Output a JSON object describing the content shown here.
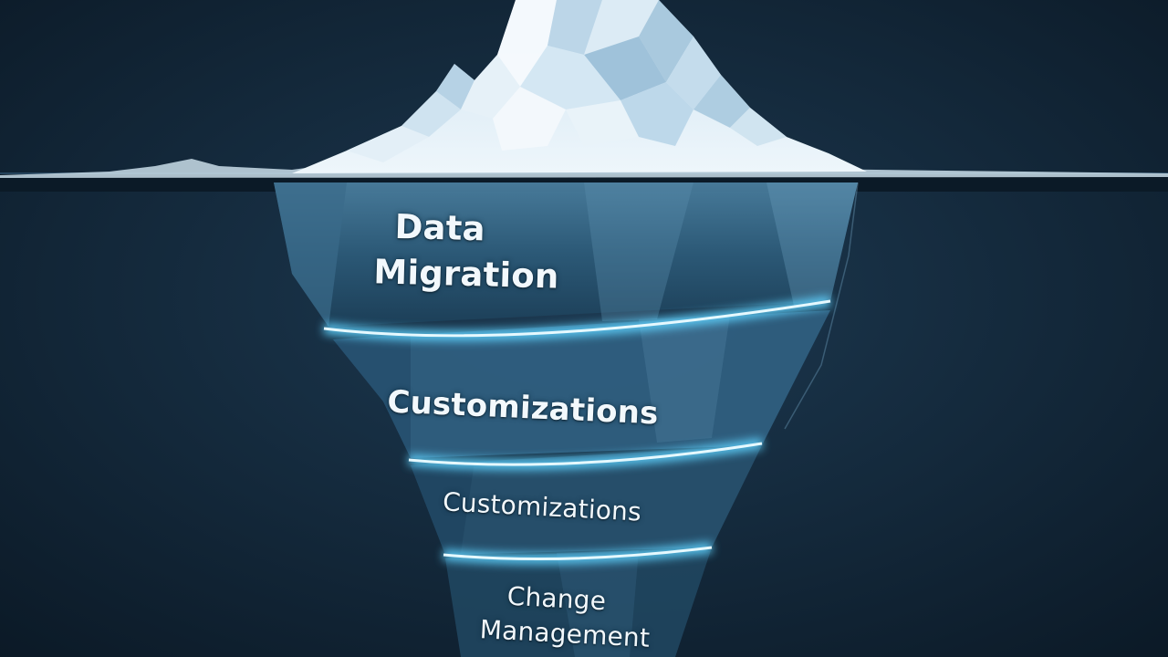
{
  "iceberg": {
    "layers": [
      {
        "lines": [
          "Data",
          "Migration"
        ]
      },
      {
        "lines": [
          "Customizations"
        ]
      },
      {
        "lines": [
          "Customizations"
        ]
      },
      {
        "lines": [
          "Change",
          "Management"
        ]
      }
    ]
  },
  "colors": {
    "background": "#0f2233",
    "water_line": "#0b1a27",
    "glow": "#5fd3ff",
    "ice_top": "#e8f3fb"
  }
}
